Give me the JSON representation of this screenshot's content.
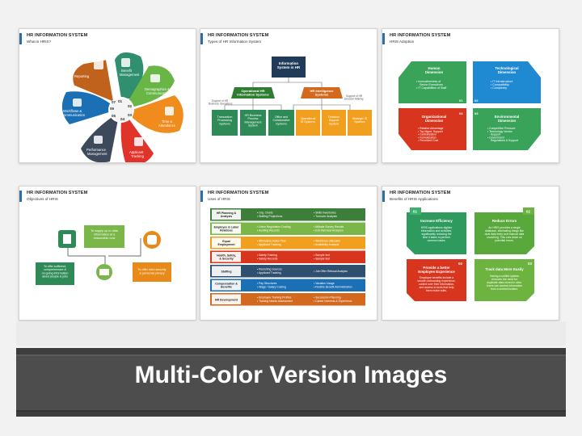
{
  "banner": {
    "title": "Multi-Color Version Images"
  },
  "slides": [
    {
      "title": "HR INFORMATION SYSTEM",
      "subtitle": "What is HRIS?",
      "petals": [
        {
          "num": "01",
          "label": "Benefit Management",
          "color": "#2f8f6f"
        },
        {
          "num": "02",
          "label": "Demographics & Communication",
          "color": "#69b545"
        },
        {
          "num": "03",
          "label": "Time & Attendance",
          "color": "#f08c1e"
        },
        {
          "num": "04",
          "label": "Applicant Tracking",
          "color": "#e0342a"
        },
        {
          "num": "05",
          "label": "Performance Management",
          "color": "#3d4a5c"
        },
        {
          "num": "06",
          "label": "Workflows & Communication",
          "color": "#1b6fb5"
        },
        {
          "num": "07",
          "label": "Reporting",
          "color": "#c0621c"
        }
      ]
    },
    {
      "title": "HR INFORMATION SYSTEM",
      "subtitle": "Types of HR Information System",
      "root": "Information System in HR",
      "left": {
        "label": "Operational HR Information Systems",
        "note": "Support of HR Business Operations",
        "children": [
          "Transaction Processing Systems",
          "HR Business Process Management System",
          "Office and Collaborative Systems"
        ]
      },
      "right": {
        "label": "HR Intelligence Systems",
        "note": "Support of HR Decision Making",
        "children": [
          "Operational IS Systems",
          "Decision Support System",
          "Strategic IS Systems"
        ]
      }
    },
    {
      "title": "HR INFORMATION SYSTEM",
      "subtitle": "HRIS Adoption",
      "quadrants": [
        {
          "num": "01",
          "heading": "Human Dimension",
          "lines": [
            "Innovativeness of Senior Executives",
            "IT Capabilities of Staff"
          ],
          "color": "#3aa35a"
        },
        {
          "num": "02",
          "heading": "Technological Dimension",
          "lines": [
            "IT Infrastructure",
            "Compatibility",
            "Complexity"
          ],
          "color": "#1f8ad1"
        },
        {
          "num": "03",
          "heading": "Environmental Dimension",
          "lines": [
            "Competitive Pressure",
            "Technology Vendor Support",
            "Government Regulations & Support"
          ],
          "color": "#3aa35a"
        },
        {
          "num": "04",
          "heading": "Organizational Dimension",
          "lines": [
            "Relative Advantage",
            "Top Mgmt. Support",
            "Centralization",
            "Formalization",
            "Perceived Cost"
          ],
          "color": "#d8351f"
        }
      ]
    },
    {
      "title": "HR INFORMATION SYSTEM",
      "subtitle": "Objectives of HRIS",
      "items": [
        {
          "text": "To offer sufficient, comprehensive & on-going information about people & jobs",
          "color": "#2e8b57"
        },
        {
          "text": "To supply up to date information at a reasonable cost",
          "color": "#7ab648"
        },
        {
          "text": "To offer data security & personal privacy",
          "color": "#e88a1a"
        }
      ]
    },
    {
      "title": "HR INFORMATION SYSTEM",
      "subtitle": "Uses of HRIS",
      "rows": [
        {
          "label": "HR Planning & Analysis",
          "a": [
            "Org. Charts",
            "Staffing Projections"
          ],
          "b": [
            "Skills Inventories",
            "Turnover Analysis"
          ],
          "color": "#3d7e3a"
        },
        {
          "label": "Employee & Labor Relations",
          "a": [
            "Union Negotiation Costing",
            "Auditing Records"
          ],
          "b": [
            "Attitude Survey Results",
            "Exit Interview Analyses"
          ],
          "color": "#7ab648"
        },
        {
          "label": "Equal Employment",
          "a": [
            "Affirmative Action Plan",
            "Applicant Tracking"
          ],
          "b": [
            "Workforce Utilization",
            "Availability Analysis"
          ],
          "color": "#f0a01e"
        },
        {
          "label": "Health, Safety, & Security",
          "a": [
            "Safety Training",
            "Safety Records"
          ],
          "b": [
            "Sample text",
            "Sample text"
          ],
          "color": "#d8351f"
        },
        {
          "label": "Staffing",
          "a": [
            "Recruiting Sources",
            "Applicant Tracking"
          ],
          "b": [
            "Job Offer Refusal Analysis"
          ],
          "color": "#2f4f6f"
        },
        {
          "label": "Compensation & Benefits",
          "a": [
            "Pay Structures",
            "Wage / Salary Costing"
          ],
          "b": [
            "Vacation Usage",
            "Flexible Benefit Administration"
          ],
          "color": "#1b6fb5"
        },
        {
          "label": "HR Development",
          "a": [
            "Employee Training Profiles",
            "Training Needs Assessment"
          ],
          "b": [
            "Succession Planning",
            "Career Interests & Experience"
          ],
          "color": "#d2691e"
        }
      ]
    },
    {
      "title": "HR INFORMATION SYSTEM",
      "subtitle": "Benefits of HRIS Applications",
      "cards": [
        {
          "num": "01",
          "heading": "Increase Efficiency",
          "body": "HRIS applications digitize information and activities, significantly reducing the time it takes to perform common tasks.",
          "color": "#2e9a5e"
        },
        {
          "num": "02",
          "heading": "Reduce Errors",
          "body": "An HRIS provides a single database, eliminating things like dual data entry and manual data crunching. This cuts down on potential errors.",
          "color": "#58a83b"
        },
        {
          "num": "03",
          "heading": "Track data More Easily",
          "body": "Having a unified system removes the need for duplicate data stored in silos. Users can access information from a central location.",
          "color": "#6cb33f"
        },
        {
          "num": "04",
          "heading": "Provide a better Employee Experience",
          "body": "Employee benefits include a smooth onboarding experience, control over their information, and access to tools that help them make edits.",
          "color": "#d8351f"
        }
      ]
    }
  ]
}
